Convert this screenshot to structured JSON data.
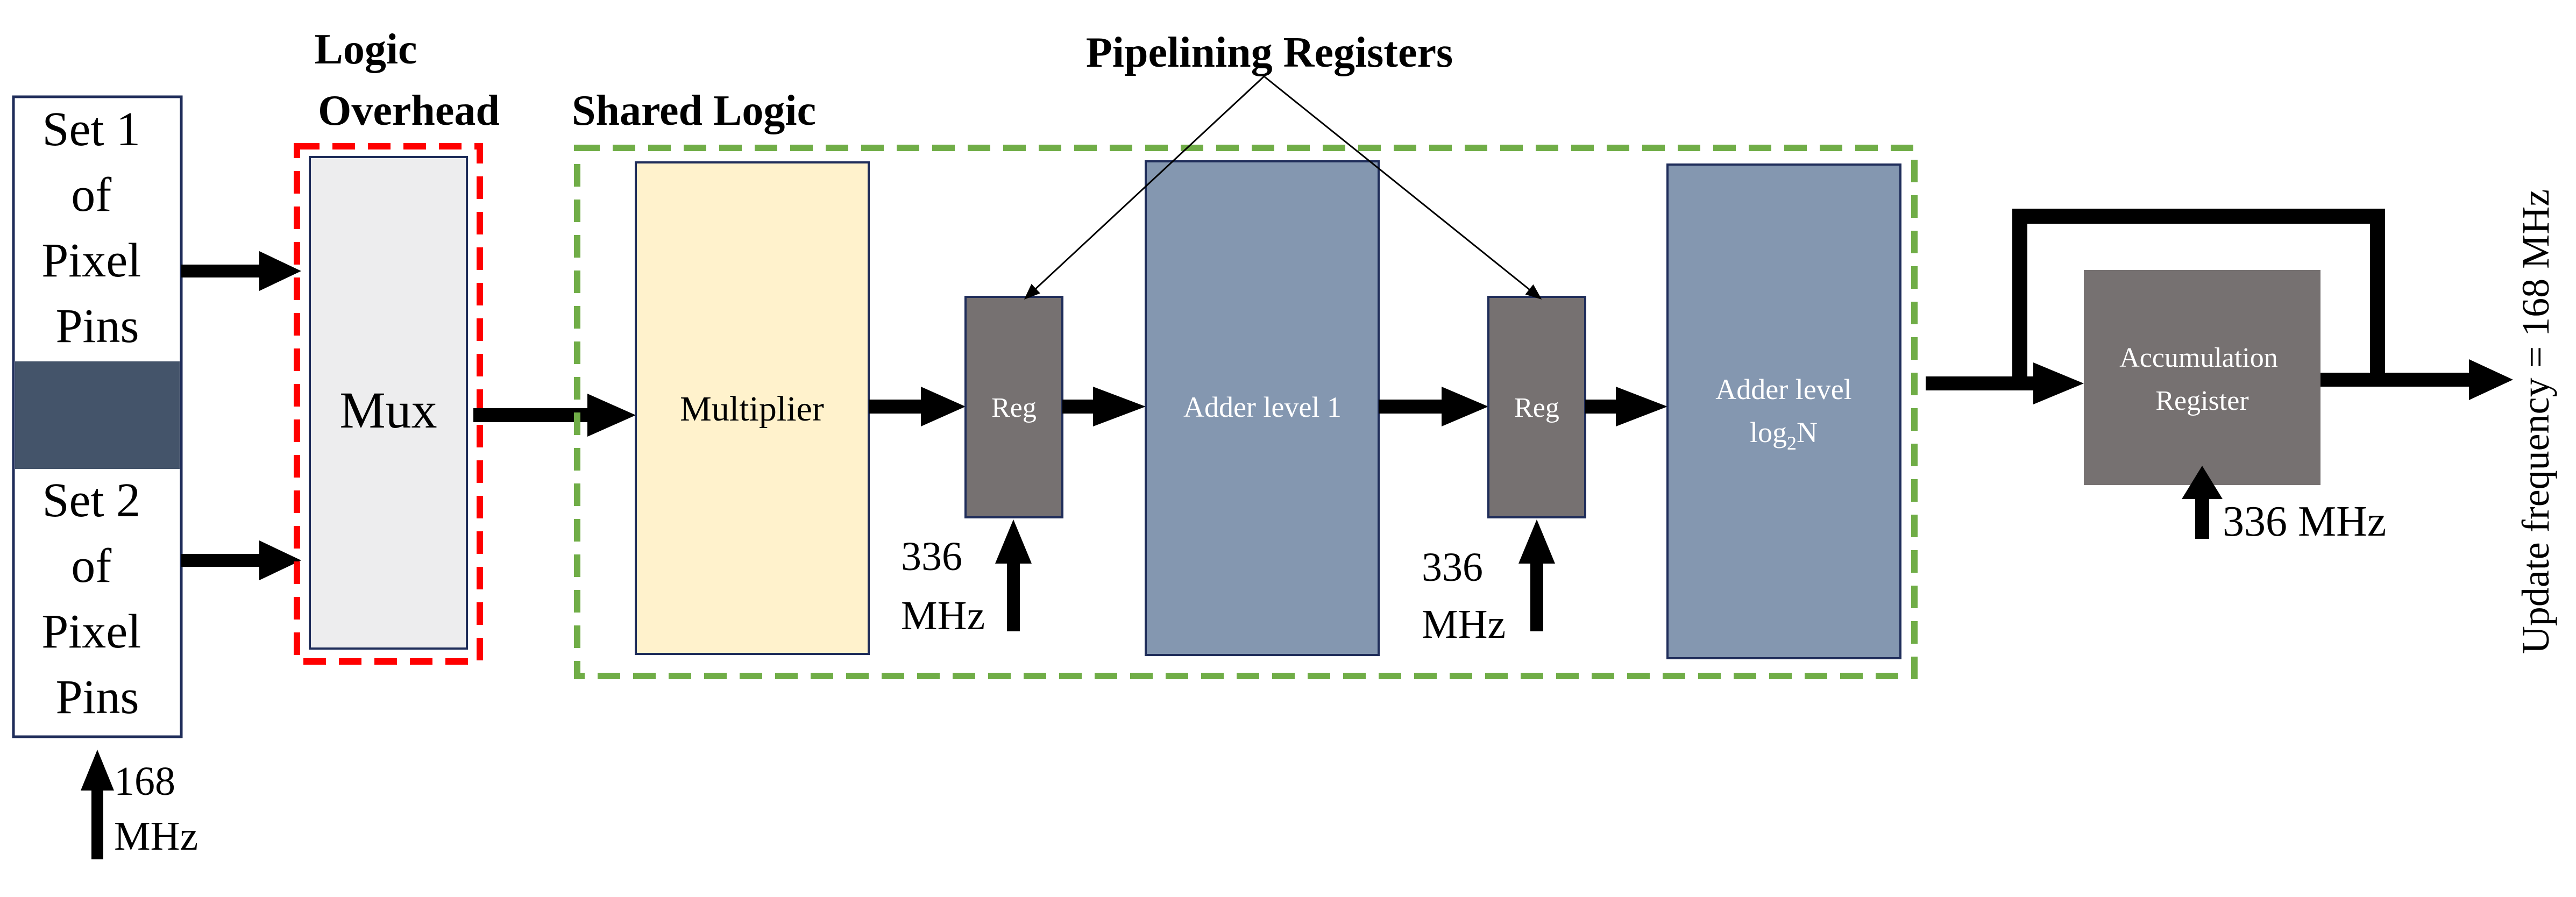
{
  "labels": {
    "logic_overhead": [
      "Logic",
      "Overhead"
    ],
    "shared_logic": "Shared Logic",
    "pipelining_registers": "Pipelining Registers",
    "update_frequency": "Update frequency = 168 MHz"
  },
  "pin_sets": {
    "set1": [
      "Set 1",
      "of",
      "Pixel",
      "Pins"
    ],
    "set2": [
      "Set 2",
      "of",
      "Pixel",
      "Pins"
    ],
    "clock": [
      "168",
      "MHz"
    ]
  },
  "blocks": {
    "mux": "Mux",
    "multiplier": "Multiplier",
    "reg1": "Reg",
    "adder1": "Adder level 1",
    "reg2": "Reg",
    "adderN_line1": "Adder level",
    "adderN_log": "log",
    "adderN_sub": "2",
    "adderN_n": "N",
    "accumulation": [
      "Accumulation",
      "Register"
    ]
  },
  "clocks": {
    "reg1": [
      "336",
      "MHz"
    ],
    "reg2": [
      "336",
      "MHz"
    ],
    "accumulation": "336 MHz"
  },
  "colors": {
    "pin_border": "#1f2d5a",
    "divider": "#44546a",
    "mux_fill": "#ededee",
    "logic_overhead_dash": "#ff0000",
    "shared_logic_dash": "#70ad47",
    "multiplier_fill": "#fff2cc",
    "reg_fill": "#767171",
    "adder_fill": "#8497b0",
    "accumulation_fill": "#767171"
  }
}
